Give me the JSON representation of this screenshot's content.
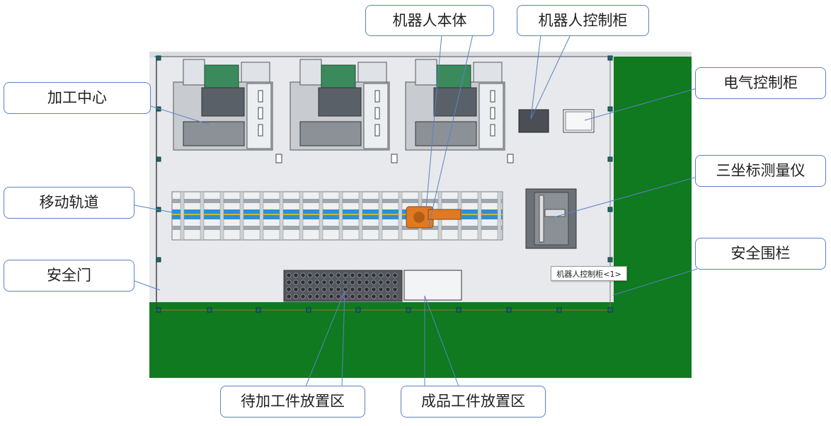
{
  "labels": {
    "machining_center": "加工中心",
    "moving_track": "移动轨道",
    "safety_door": "安全门",
    "robot_body": "机器人本体",
    "robot_cabinet": "机器人控制柜",
    "electrical_cabinet": "电气控制柜",
    "cmm": "三坐标测量仪",
    "safety_fence": "安全围栏",
    "raw_parts_area": "待加工件放置区",
    "finished_parts_area": "成品工件放置区"
  },
  "tooltip": {
    "text": "机器人控制柜<1>"
  },
  "colors": {
    "floor": "#e7e9ec",
    "floor_frame": "#d9dde2",
    "green_zone": "#0f7a1f",
    "track_blue": "#2f8fd6",
    "robot_orange": "#e07a22",
    "callout_border": "#5b82c4",
    "leader_line": "#5b82c4",
    "fence_post": "#1f6a6a",
    "cabinet_dark": "#4b4f55"
  }
}
